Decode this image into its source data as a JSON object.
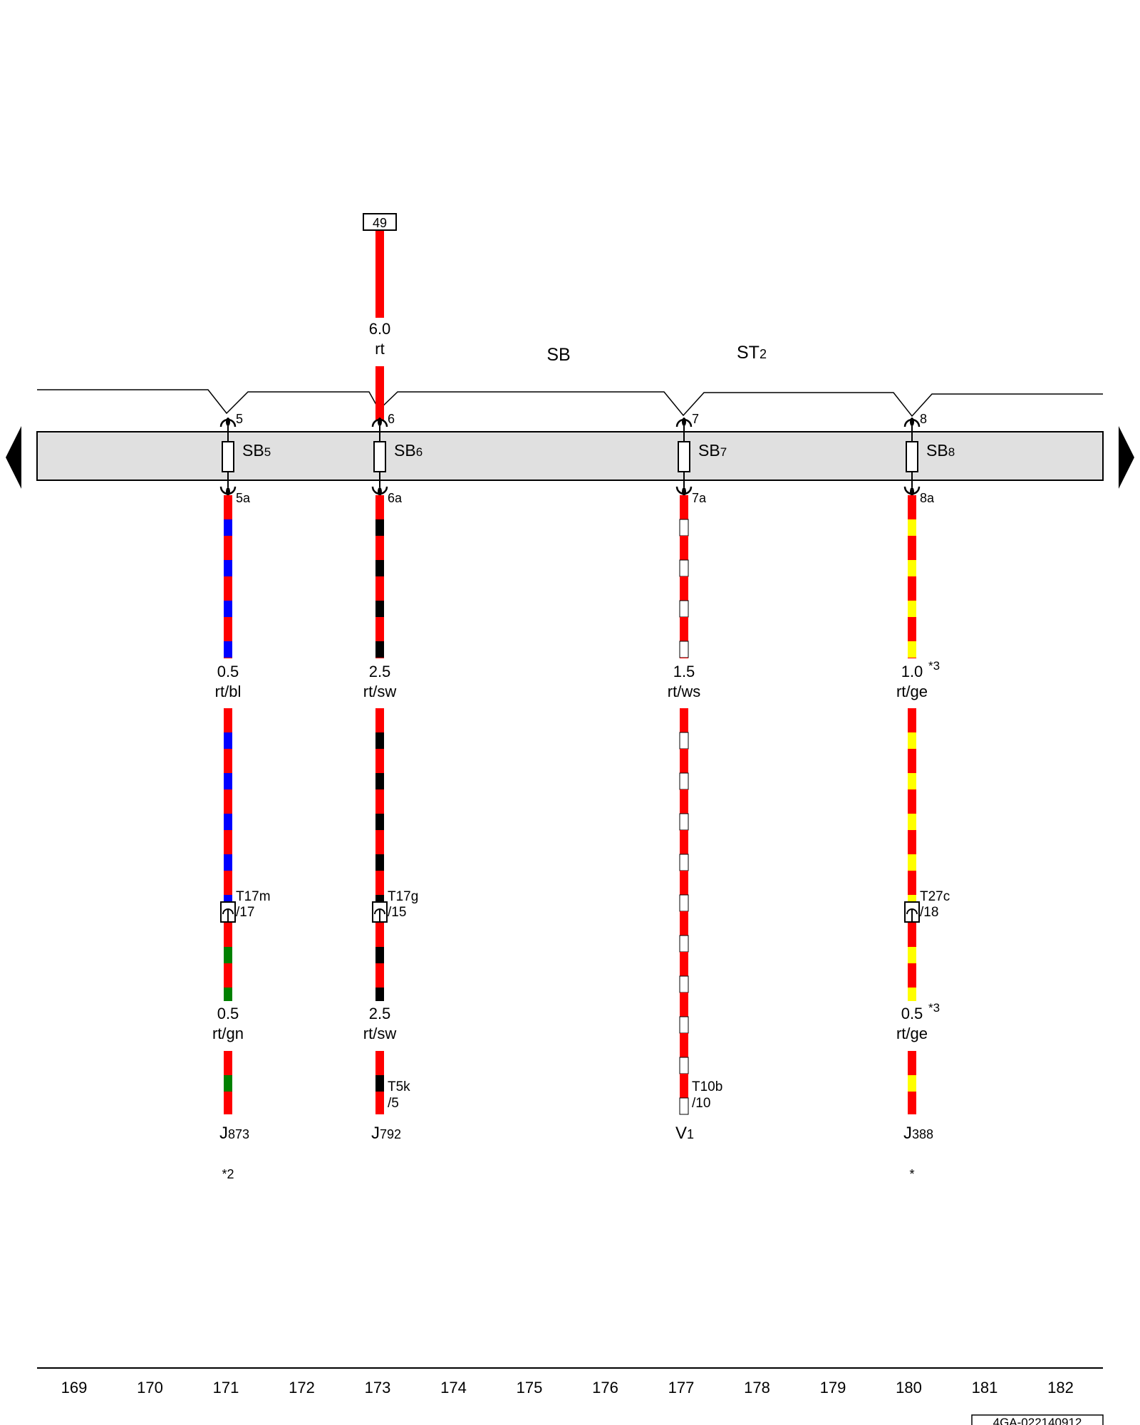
{
  "colors": {
    "rt": "#ff0000",
    "bl": "#0000ff",
    "sw": "#000000",
    "ws": "#ffffff",
    "ge": "#ffff00",
    "gn": "#008000",
    "busbar": "#e0e0e0"
  },
  "header": {
    "feed_terminal": "49",
    "feed_wire": {
      "gauge": "6.0",
      "color_code": "rt"
    },
    "label_sb": "SB",
    "label_st": {
      "main": "ST",
      "sub": "2"
    }
  },
  "fuses": [
    {
      "id": "sb5",
      "pin_in": "5",
      "pin_out": "5a",
      "label": {
        "main": "SB",
        "sub": "5"
      }
    },
    {
      "id": "sb6",
      "pin_in": "6",
      "pin_out": "6a",
      "label": {
        "main": "SB",
        "sub": "6"
      }
    },
    {
      "id": "sb7",
      "pin_in": "7",
      "pin_out": "7a",
      "label": {
        "main": "SB",
        "sub": "7"
      }
    },
    {
      "id": "sb8",
      "pin_in": "8",
      "pin_out": "8a",
      "label": {
        "main": "SB",
        "sub": "8"
      }
    }
  ],
  "circuits": [
    {
      "id": "c171",
      "upper_wire": {
        "gauge": "0.5",
        "color_code": "rt/bl",
        "note": ""
      },
      "connector": {
        "name": "T17m",
        "pin": "/17"
      },
      "lower_wire": {
        "gauge": "0.5",
        "color_code": "rt/gn",
        "note": ""
      },
      "end_connector": null,
      "component": {
        "main": "J",
        "sub": "873"
      },
      "footnote": "*2"
    },
    {
      "id": "c173",
      "upper_wire": {
        "gauge": "2.5",
        "color_code": "rt/sw",
        "note": ""
      },
      "connector": {
        "name": "T17g",
        "pin": "/15"
      },
      "lower_wire": {
        "gauge": "2.5",
        "color_code": "rt/sw",
        "note": ""
      },
      "end_connector": {
        "name": "T5k",
        "pin": "/5"
      },
      "component": {
        "main": "J",
        "sub": "792"
      },
      "footnote": ""
    },
    {
      "id": "c177",
      "upper_wire": {
        "gauge": "1.5",
        "color_code": "rt/ws",
        "note": ""
      },
      "connector": null,
      "lower_wire": null,
      "end_connector": {
        "name": "T10b",
        "pin": "/10"
      },
      "component": {
        "main": "V",
        "sub": "1"
      },
      "footnote": ""
    },
    {
      "id": "c180",
      "upper_wire": {
        "gauge": "1.0",
        "color_code": "rt/ge",
        "note": "*3"
      },
      "connector": {
        "name": "T27c",
        "pin": "/18"
      },
      "lower_wire": {
        "gauge": "0.5",
        "color_code": "rt/ge",
        "note": "*3"
      },
      "end_connector": null,
      "component": {
        "main": "J",
        "sub": "388"
      },
      "footnote": "*"
    }
  ],
  "grid_numbers": [
    "169",
    "170",
    "171",
    "172",
    "173",
    "174",
    "175",
    "176",
    "177",
    "178",
    "179",
    "180",
    "181",
    "182"
  ],
  "doc_id": "4GA-022140912"
}
